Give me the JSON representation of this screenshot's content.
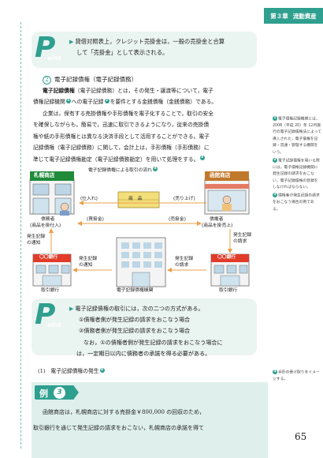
{
  "header": {
    "chapter": "第３章",
    "title": "流動資産"
  },
  "point1": {
    "logo_big": "P",
    "logo_small": "oint",
    "line1": "貸借対照表上，クレジット売掛金は，一般の売掛金と合算",
    "line2": "して「売掛金」として表示される。"
  },
  "section2": {
    "number": "2",
    "title": "電子記録債権（電子記録債務）"
  },
  "paragraph1": {
    "term": "電子記録債権",
    "rest_line1": "（電子記録債務）とは，その発生・譲渡等について，電子",
    "line2_a": "債権記録機関",
    "line2_b": "への電子記録",
    "line2_c": "を要件とする金銭債権（金銭債務）である。",
    "sup1": "1",
    "sup2": "2"
  },
  "paragraph2": {
    "lines": [
      "企業は，保有する売掛債権や手形債権を電子化することで，取引の安全",
      "を確保しながらも，簡易で，迅速に取引できるようになり，従来の売掛債",
      "権や紙の手形債権とは異なる決済手段として活用することができる。電子",
      "記録債権（電子記録債務）に関して，会計上は，手形債権（手形債務）に",
      "準じて電子記録債権勘定（電子記録債務勘定）を用いて処理をする。"
    ],
    "sup3": "3"
  },
  "side_notes": {
    "note1_num": "1",
    "note1": "電子債権記録機関とは，2008（平成 20）年 12月施行の電子記録債権法によって導入された，電子債権を記録・流通・管理する機関をいう。",
    "note2_num": "2",
    "note2": "電子記録債権を用いる際には，電子債権記録機関に発生記録の請求をおこない，電子記録債権の登録をしなければならない。",
    "note3_num": "3",
    "note3": "債権者が発生記録の請求をおこなう場合の例である。",
    "note4_num": "4",
    "note4": "手形の受け取りをイメージする。"
  },
  "diagram": {
    "flow_title": "電子記録債権による取引の流れ",
    "flow_sup": "4",
    "shop_left": "札幌商店",
    "shop_right": "函館商店",
    "goods": "商　品",
    "purchase": "(仕入れ)",
    "sales": "(売り上げ)",
    "payable": "(買掛金)",
    "receivable": "(売掛金)",
    "debtor": "債務者",
    "debtor_sub": "(商品を掛仕入)",
    "creditor": "債権者",
    "creditor_sub": "(商品を掛売上)",
    "notify_left_1": "発生記録",
    "notify_left_2": "の通知",
    "request_right_1": "発生記録",
    "request_right_2": "の請求",
    "bank_sign": "〇〇銀行",
    "notify_mid_1": "発生記録",
    "notify_mid_2": "の通知",
    "request_mid_1": "発生記録",
    "request_mid_2": "の請求",
    "bank_left_label": "取引銀行",
    "bank_right_label": "取引銀行",
    "center_label": "電子記録債権機関"
  },
  "point2": {
    "logo_big": "P",
    "logo_small": "oint",
    "line1": "電子記録債権の取引には，次の二つの方式がある。",
    "line2": "①債権者側が発生記録の請求をおこなう場合",
    "line3": "②債務者側が発生記録の請求をおこなう場合",
    "line4": "なお，①の債権者側が発生記録の請求をおこなう場合に",
    "line5": "は，一定期日以内に債務者の承諾を得る必要がある。"
  },
  "subsection": {
    "label": "(1)　電子記録債権の発生",
    "sup": "4"
  },
  "example": {
    "label": "例",
    "number": "3",
    "line1": "函館商店は，札幌商店に対する売掛金￥800,000 の回収のため，",
    "line2": "取引銀行を通じて発生記録の請求をおこない，札幌商店の承諾を得て"
  },
  "page_number": "65",
  "colors": {
    "accent": "#2f9f8f",
    "panel": "#eaf4f1",
    "example_bg": "#dff0ec",
    "shop_sign": "#1f8a3a",
    "goods_box": "#f3df7a",
    "arrow": "#e9a04a"
  }
}
